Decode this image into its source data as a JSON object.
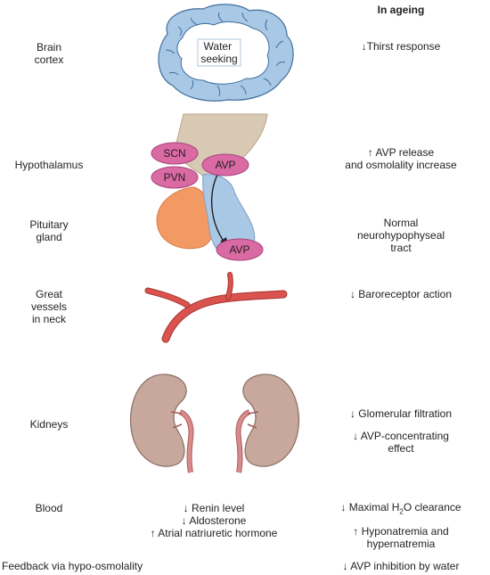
{
  "header": {
    "right_title": "In ageing"
  },
  "brain": {
    "label": "Water\nseeking"
  },
  "hormones": {
    "scn": "SCN",
    "pvn": "PVN",
    "avp_top": "AVP",
    "avp_bottom": "AVP"
  },
  "rows": [
    {
      "left": "Brain\ncortex",
      "right": "↓Thirst response"
    },
    {
      "left": "Hypothalamus",
      "right": "↑ AVP release\nand osmolality increase"
    },
    {
      "left": "Pituitary\ngland",
      "right": "Normal\nneurohypophyseal\ntract"
    },
    {
      "left": "Great\nvessels\nin neck",
      "right": "↓ Baroreceptor action"
    },
    {
      "left": "Kidneys",
      "right": "↓ Glomerular filtration",
      "right2": "↓ AVP-concentrating\neffect"
    },
    {
      "left": "Blood",
      "right_prefix": "↓ Maximal H",
      "right_sub": "2",
      "right_suffix": "O clearance",
      "right2": "↑ Hyponatremia and\nhypernatremia"
    },
    {
      "left": "Feedback via hypo-osmolality",
      "right": "↓ AVP inhibition by water"
    }
  ],
  "blood_middle": [
    "↓ Renin level",
    "↓ Aldosterone",
    "↑ Atrial natriuretic hormone"
  ],
  "colors": {
    "brain_outer": "#a9c8e6",
    "brain_inner": "#ffffff",
    "brain_outline": "#3f6f9c",
    "stalk": "#d8c9b4",
    "anterior_pituitary": "#f39a64",
    "posterior_pituitary": "#a9c8e6",
    "oval": "#d96aa3",
    "vessel": "#d9534f",
    "kidney": "#c8a89c",
    "ureter": "#d98c8c"
  }
}
